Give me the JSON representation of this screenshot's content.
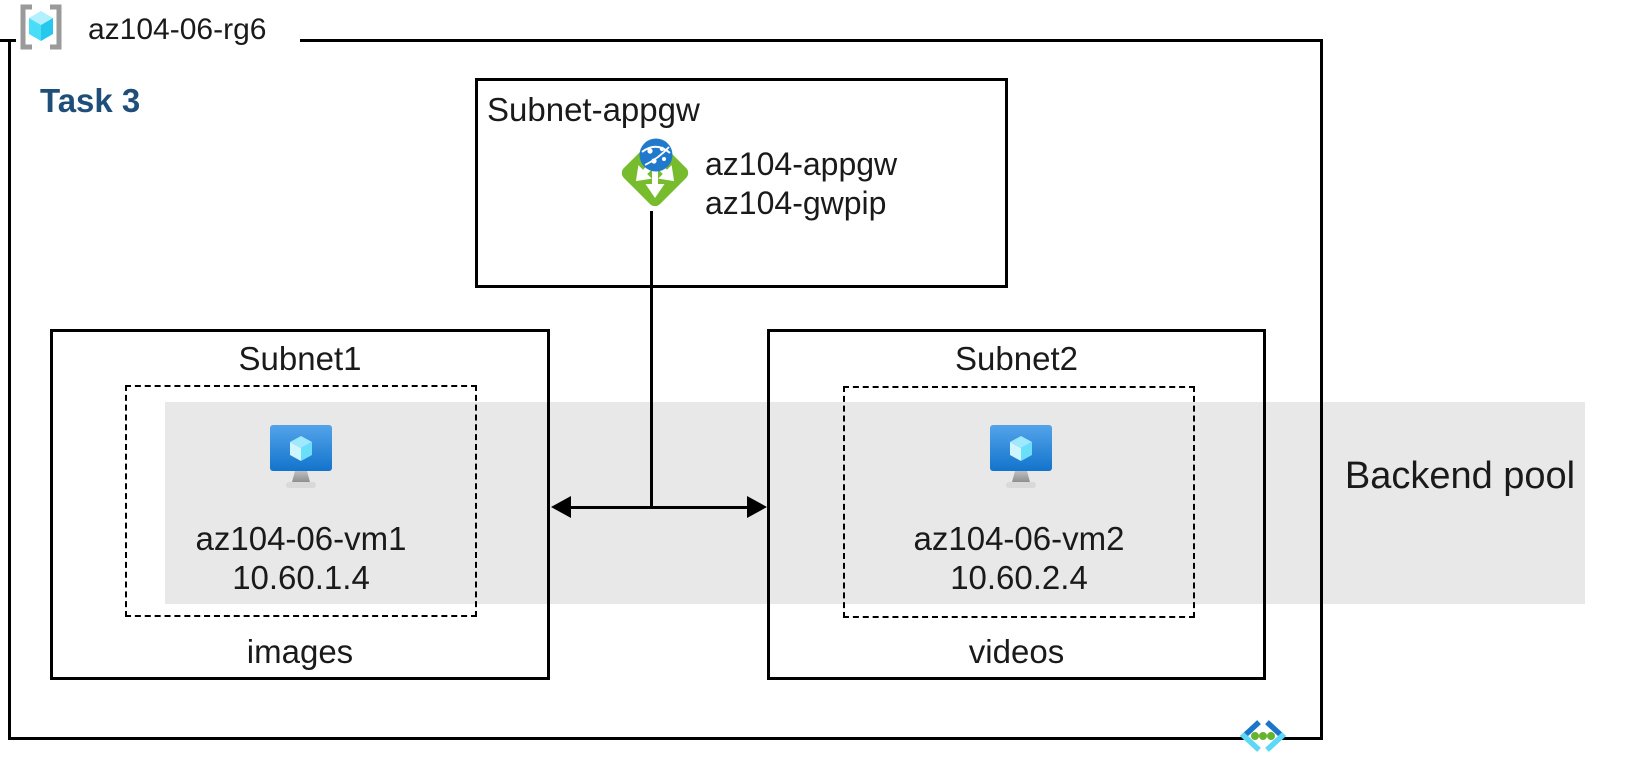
{
  "resource_group": {
    "name": "az104-06-rg6",
    "icon": "resource-group-icon"
  },
  "task": {
    "label": "Task 3"
  },
  "appgw_subnet": {
    "title": "Subnet-appgw",
    "gateway_name": "az104-appgw",
    "public_ip_name": "az104-gwpip",
    "icon": "application-gateway-icon"
  },
  "subnet1": {
    "title": "Subnet1",
    "vm_name": "az104-06-vm1",
    "vm_ip": "10.60.1.4",
    "caption": "images",
    "icon": "virtual-machine-icon"
  },
  "subnet2": {
    "title": "Subnet2",
    "vm_name": "az104-06-vm2",
    "vm_ip": "10.60.2.4",
    "caption": "videos",
    "icon": "virtual-machine-icon"
  },
  "backend_pool": {
    "label": "Backend pool"
  },
  "vnet": {
    "icon": "virtual-network-icon"
  },
  "colors": {
    "task_accent": "#1F4E79",
    "backend_band": "#E8E8E8",
    "border": "#000000",
    "appgw_green": "#76BC2D",
    "azure_blue": "#1B75C9",
    "azure_cyan": "#50E6FF"
  }
}
